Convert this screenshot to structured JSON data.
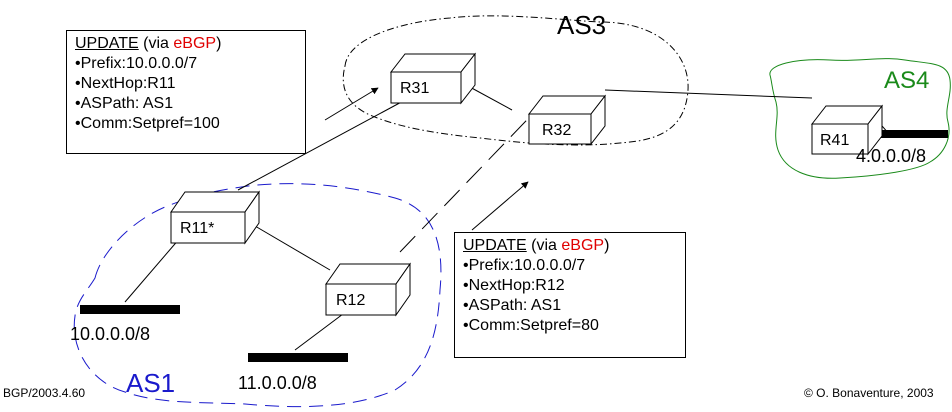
{
  "as_labels": {
    "as1": "AS1",
    "as3": "AS3",
    "as4": "AS4"
  },
  "routers": {
    "r11": "R11*",
    "r12": "R12",
    "r31": "R31",
    "r32": "R32",
    "r41": "R41"
  },
  "prefixes": {
    "p1": "10.0.0.0/8",
    "p2": "11.0.0.0/8",
    "p3": "4.0.0.0/8"
  },
  "update_box_1": {
    "title_update": "UPDATE",
    "title_via": "(via ",
    "title_protocol": "eBGP",
    "title_close": ")",
    "lines": [
      "Prefix:10.0.0.0/7",
      "NextHop:R11",
      "ASPath: AS1",
      "Comm:Setpref=100"
    ]
  },
  "update_box_2": {
    "title_update": "UPDATE",
    "title_via": "(via ",
    "title_protocol": "eBGP",
    "title_close": ")",
    "lines": [
      "Prefix:10.0.0.0/7",
      "NextHop:R12",
      "ASPath: AS1",
      "Comm:Setpref=80"
    ]
  },
  "footer": {
    "left": "BGP/2003.4.60",
    "right": "© O. Bonaventure, 2003"
  },
  "colors": {
    "as1": "#1a1acc",
    "as3": "#000000",
    "as4": "#1a8a1a",
    "protocol": "#e00000"
  }
}
